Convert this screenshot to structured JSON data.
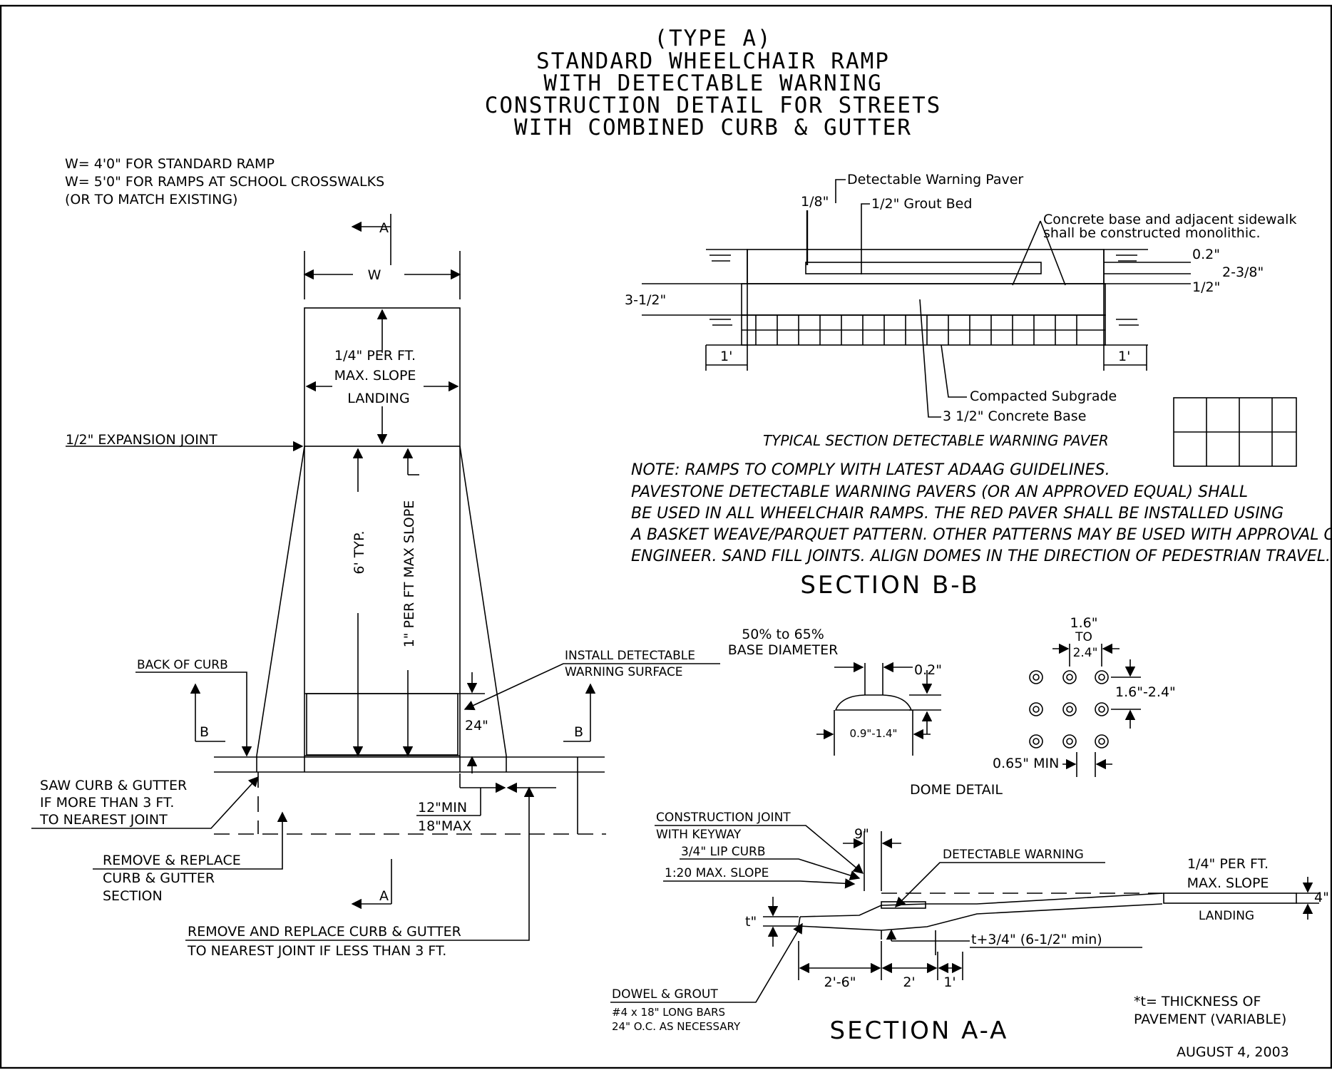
{
  "title": {
    "line1": "(TYPE A)",
    "line2": "STANDARD WHEELCHAIR RAMP",
    "line3": "WITH DETECTABLE WARNING",
    "line4": "CONSTRUCTION DETAIL FOR STREETS",
    "line5": "WITH COMBINED CURB & GUTTER"
  },
  "width_notes": [
    "W= 4'0\" FOR STANDARD RAMP",
    "W= 5'0\" FOR RAMPS AT SCHOOL CROSSWALKS",
    "(OR TO MATCH EXISTING)"
  ],
  "plan": {
    "section_a": "A",
    "section_b": "B",
    "width_label": "W",
    "landing_slope_1": "1/4\" PER FT.",
    "landing_slope_2": "MAX. SLOPE",
    "landing": "LANDING",
    "expansion_joint": "1/2\" EXPANSION JOINT",
    "typ_length": "6' TYP.",
    "ramp_slope": "1\" PER FT MAX SLOPE",
    "back_of_curb": "BACK OF CURB",
    "install_1": "INSTALL DETECTABLE",
    "install_2": "WARNING SURFACE",
    "warning_depth": "24\"",
    "saw_1": "SAW CURB & GUTTER",
    "saw_2": "IF MORE THAN 3 FT.",
    "saw_3": "TO NEAREST JOINT",
    "min_flare": "12\"MIN",
    "max_flare": "18\"MAX",
    "remove_1": "REMOVE & REPLACE",
    "remove_2": "CURB & GUTTER",
    "remove_3": "SECTION",
    "remove_joint_1": "REMOVE AND REPLACE CURB & GUTTER",
    "remove_joint_2": "TO NEAREST JOINT IF LESS THAN 3 FT."
  },
  "section_bb_detail": {
    "paver": "Detectable Warning Paver",
    "eighth": "1/8\"",
    "grout": "1/2\" Grout Bed",
    "monolithic_1": "Concrete base and adjacent sidewalk",
    "monolithic_2": "shall be constructed monolithic.",
    "d_02": "0.2\"",
    "d_238": "2-3/8\"",
    "d_half": "1/2\"",
    "d_3half": "3-1/2\"",
    "one_ft_left": "1'",
    "one_ft_right": "1'",
    "subgrade": "Compacted Subgrade",
    "base": "3 1/2\" Concrete Base",
    "caption": "TYPICAL SECTION DETECTABLE WARNING PAVER"
  },
  "notes": [
    "NOTE: RAMPS TO COMPLY WITH LATEST ADAAG GUIDELINES.",
    "PAVESTONE DETECTABLE WARNING PAVERS (OR AN APPROVED EQUAL) SHALL",
    "BE USED IN ALL WHEELCHAIR RAMPS.  THE RED PAVER SHALL BE INSTALLED USING",
    "A BASKET WEAVE/PARQUET PATTERN. OTHER PATTERNS MAY BE USED WITH APPROVAL OF",
    "ENGINEER. SAND FILL JOINTS. ALIGN DOMES IN THE DIRECTION OF PEDESTRIAN TRAVEL."
  ],
  "section_bb": "SECTION B-B",
  "dome": {
    "pct_1": "50% to 65%",
    "pct_2": "BASE DIAMETER",
    "top": "0.2\"",
    "base_range": "0.9\"-1.4\"",
    "spacing_1": "1.6\"",
    "spacing_2": "TO",
    "spacing_3": "2.4\"",
    "row_spacing": "1.6\"-2.4\"",
    "min_gap": "0.65\" MIN",
    "caption": "DOME DETAIL"
  },
  "section_aa_detail": {
    "cj_1": "CONSTRUCTION JOINT",
    "cj_2": "WITH KEYWAY",
    "lip": "3/4\" LIP CURB",
    "slope": "1:20 MAX. SLOPE",
    "nine": "9\"",
    "warning": "DETECTABLE WARNING",
    "landing_slope_1": "1/4\" PER FT.",
    "landing_slope_2": "MAX. SLOPE",
    "landing": "LANDING",
    "four": "4\"",
    "t": "t\"",
    "t_plus": "t+3/4\" (6-1/2\" min)",
    "d_26": "2'-6\"",
    "d_2": "2'",
    "d_1": "1'",
    "dowel_1": "DOWEL & GROUT",
    "dowel_2": "#4 x 18\" LONG BARS",
    "dowel_3": "24\" O.C. AS NECESSARY",
    "thick_1": "*t= THICKNESS OF",
    "thick_2": "PAVEMENT (VARIABLE)"
  },
  "section_aa": "SECTION A-A",
  "date": "AUGUST 4, 2003"
}
